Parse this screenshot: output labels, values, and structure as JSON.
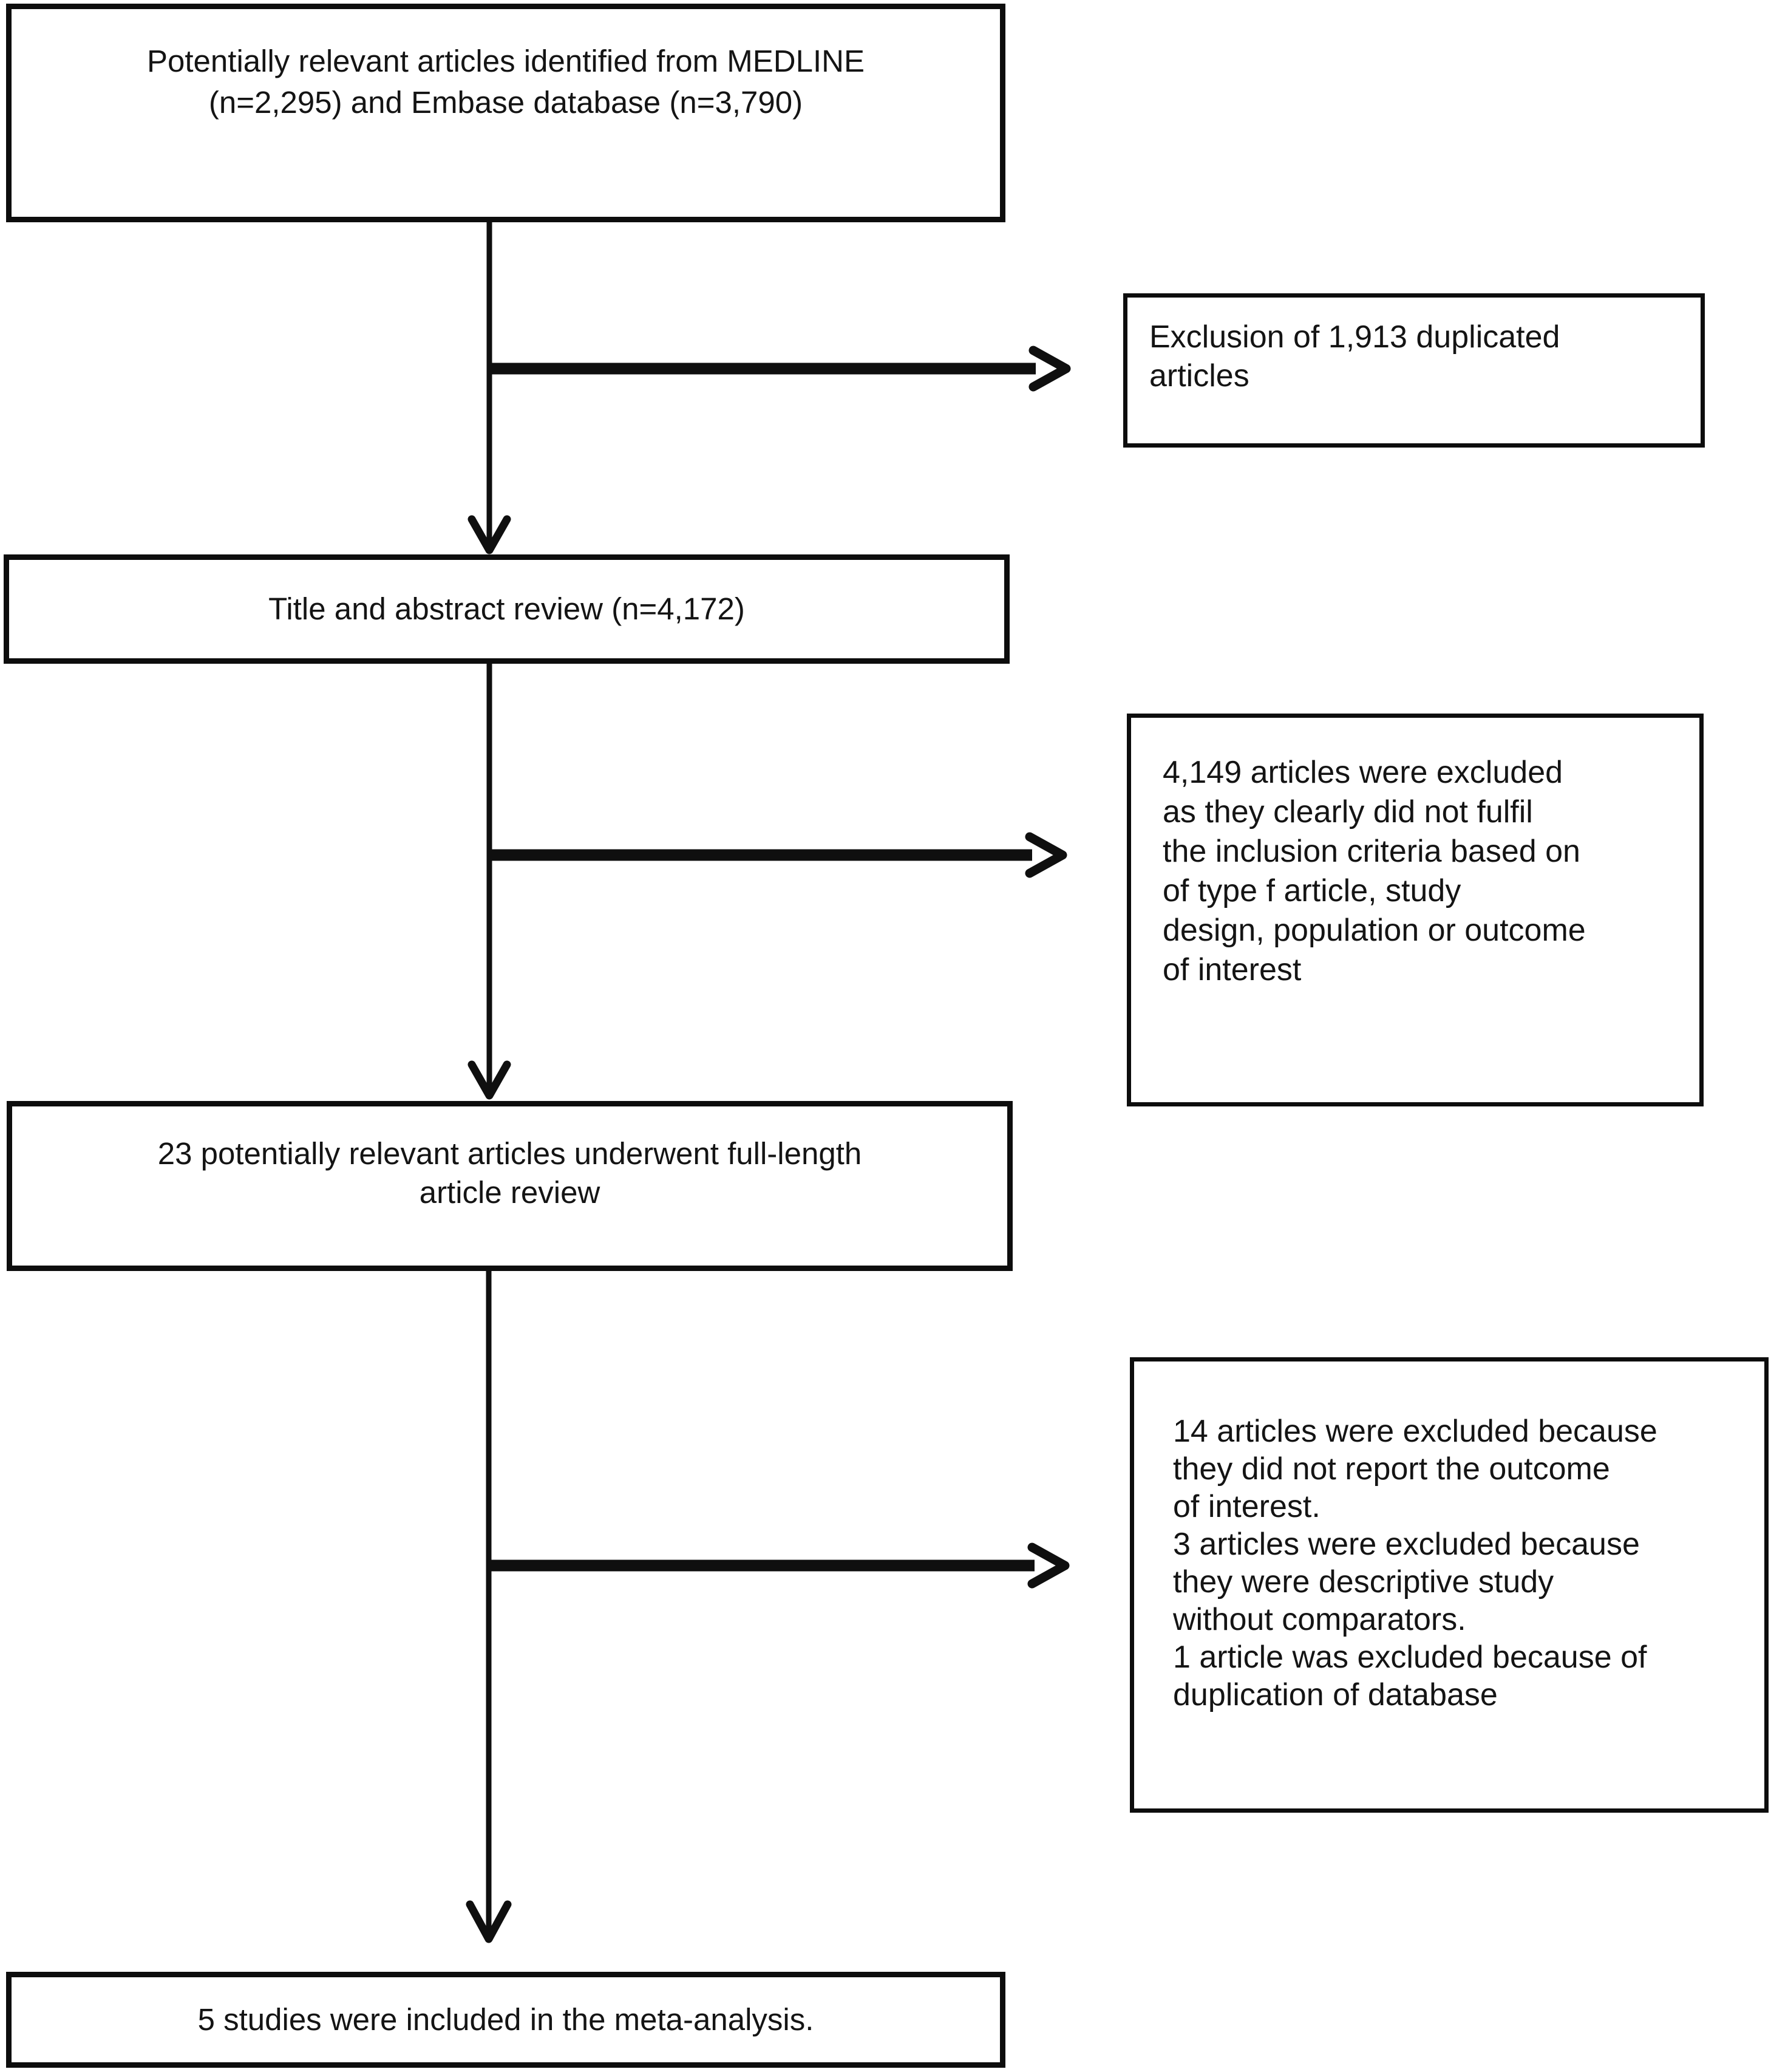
{
  "figure": {
    "type": "study-selection-flow-diagram",
    "background": "#ffffff",
    "ink_color": "#141414"
  },
  "boxes": {
    "identification": {
      "lines": [
        "Potentially relevant articles identified from MEDLINE",
        "(n=2,295) and Embase database (n=3,790)"
      ]
    },
    "exclusion_duplicates": {
      "lines": [
        "Exclusion of 1,913 duplicated",
        "articles"
      ]
    },
    "title_abstract_review": {
      "lines": [
        "Title and abstract review (n=4,172)"
      ]
    },
    "exclusion_title_abstract": {
      "lines": [
        "4,149 articles were excluded",
        "as they clearly did not fulfil",
        "the inclusion criteria based on",
        "of type f article, study",
        "design, population or outcome",
        "of interest"
      ]
    },
    "full_length_review": {
      "lines": [
        "23 potentially relevant articles underwent full-length",
        "article review"
      ]
    },
    "exclusion_full_length": {
      "lines": [
        "14 articles were excluded because",
        "they did not report the outcome",
        "of interest.",
        "3 articles were excluded because",
        "they were descriptive study",
        "without comparators.",
        "1 article was excluded because of",
        "duplication of database"
      ]
    },
    "included": {
      "lines": [
        "5 studies were included in the meta-analysis."
      ]
    }
  }
}
